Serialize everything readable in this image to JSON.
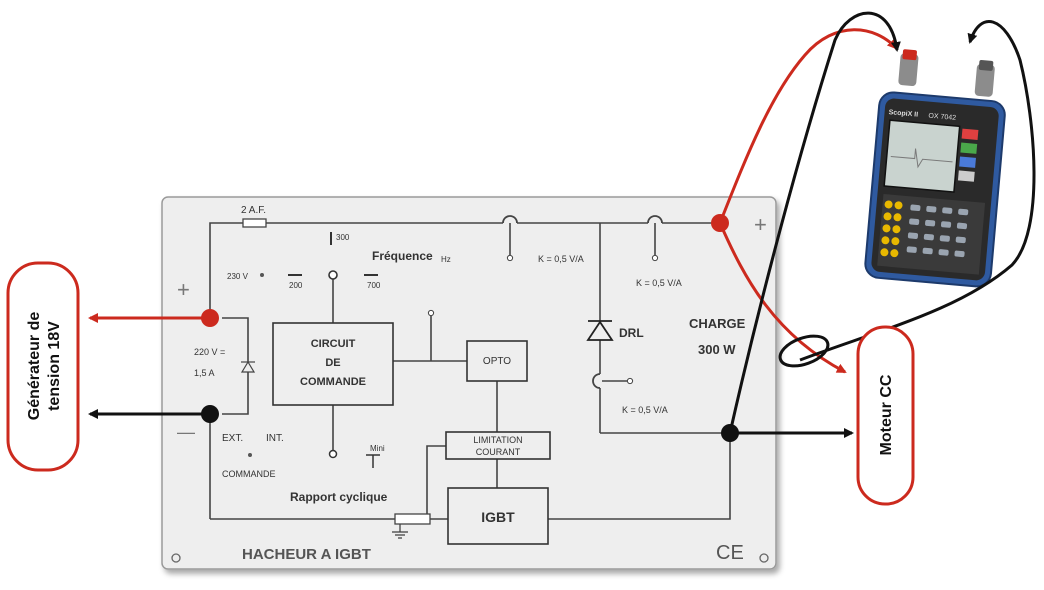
{
  "panel": {
    "title": "HACHEUR  A  IGBT",
    "fuse": "2 A.F.",
    "freq_label": "Fréquence",
    "freq_unit": "Hz",
    "freq_300": "300",
    "freq_200": "200",
    "freq_700": "700",
    "v230": "230 V",
    "circuit_1": "CIRCUIT",
    "circuit_2": "DE",
    "circuit_3": "COMMANDE",
    "opto": "OPTO",
    "limit_1": "LIMITATION",
    "limit_2": "COURANT",
    "igbt": "IGBT",
    "supply_1": "220 V  =",
    "supply_2": "1,5  A",
    "ext": "EXT.",
    "int": "INT.",
    "commande": "COMMANDE",
    "mini": "Mini",
    "rapport": "Rapport  cyclique",
    "k1": "K = 0,5 V/A",
    "k2": "K = 0,5 V/A",
    "k3": "K = 0,5 V/A",
    "drl": "DRL",
    "charge_1": "CHARGE",
    "charge_2": "300 W",
    "plus_left": "+",
    "minus_left": "—",
    "plus_right": "+",
    "ce": "CE"
  },
  "labels": {
    "generator_1": "Générateur de",
    "generator_2": "tension 18V",
    "motor": "Moteur CC"
  },
  "scope": {
    "brand": "ScopiX II",
    "model": "OX 7042"
  },
  "colors": {
    "red": "#cc2a1e",
    "black": "#111111",
    "panel": "#eeeeee",
    "scope_body": "#2f5aa0",
    "knob_yellow": "#e8b800"
  }
}
